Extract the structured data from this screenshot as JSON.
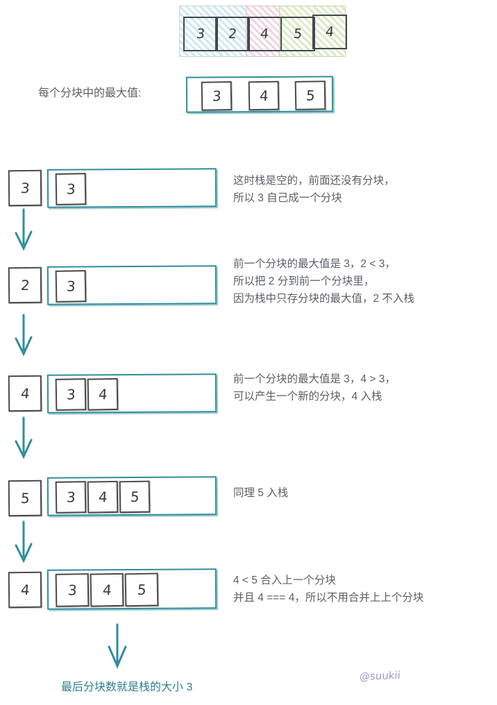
{
  "top_array": {
    "segments": [
      {
        "color_name": "blue",
        "color": "#cfe7f3",
        "values": [
          "3",
          "2"
        ]
      },
      {
        "color_name": "pink",
        "color": "#f3d3dd",
        "values": [
          "4"
        ]
      },
      {
        "color_name": "green",
        "color": "#dbe9c4",
        "values": [
          "5",
          "4"
        ]
      }
    ]
  },
  "max_row": {
    "label": "每个分块中的最大值:",
    "stack": [
      "3",
      "4",
      "5"
    ]
  },
  "accent": {
    "teal": "#2f8d9b",
    "ink": "#4a4a4a",
    "purple": "#9a9ade"
  },
  "steps": [
    {
      "input": "3",
      "stack": [
        "3"
      ],
      "lines": [
        "这时栈是空的，前面还没有分块，",
        "所以 3 自己成一个分块"
      ]
    },
    {
      "input": "2",
      "stack": [
        "3"
      ],
      "lines": [
        "前一个分块的最大值是 3，2 < 3，",
        "所以把 2 分到前一个分块里，",
        "因为栈中只存分块的最大值，2 不入栈"
      ]
    },
    {
      "input": "4",
      "stack": [
        "3",
        "4"
      ],
      "lines": [
        "前一个分块的最大值是 3，4 > 3，",
        "可以产生一个新的分块，4 入栈"
      ]
    },
    {
      "input": "5",
      "stack": [
        "3",
        "4",
        "5"
      ],
      "lines": [
        "同理 5 入栈"
      ]
    },
    {
      "input": "4",
      "stack": [
        "3",
        "4",
        "5"
      ],
      "lines": [
        "4 < 5 合入上一个分块",
        "并且 4 === 4，所以不用合并上上个分块"
      ]
    }
  ],
  "footer": {
    "final_text": "最后分块数就是栈的大小 3",
    "watermark": "@suukii"
  }
}
